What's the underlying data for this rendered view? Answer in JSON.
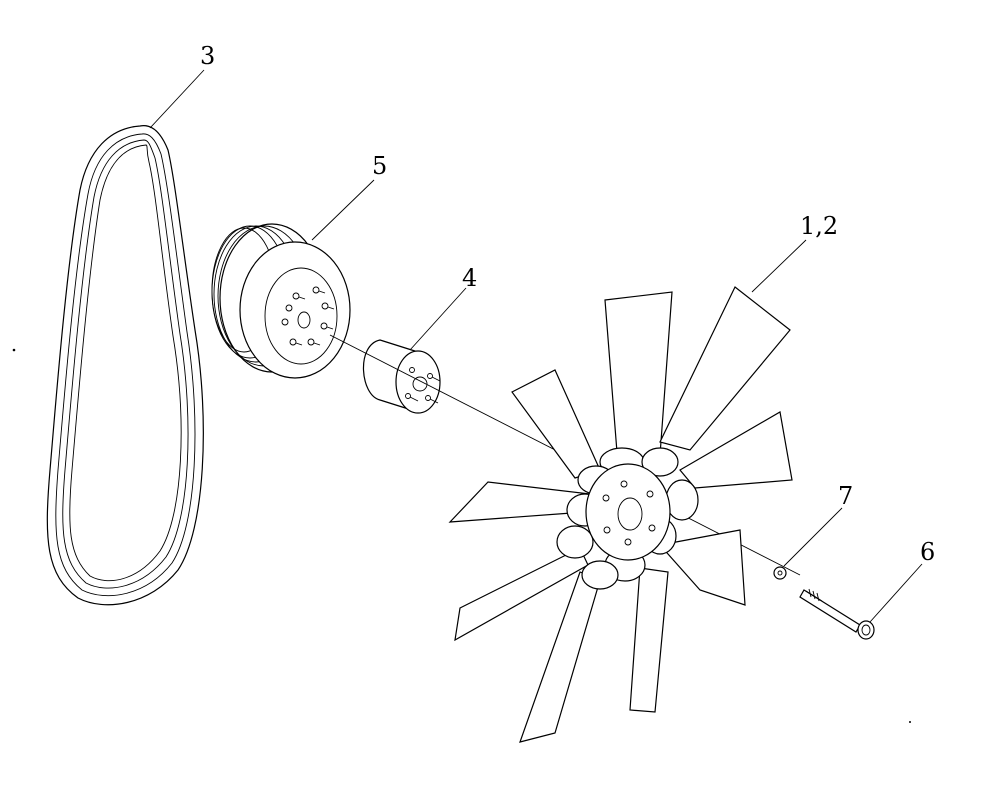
{
  "callouts": {
    "belt": "3",
    "pulley": "5",
    "spacer": "4",
    "fan": "1,2",
    "washer": "7",
    "bolt": "6"
  }
}
